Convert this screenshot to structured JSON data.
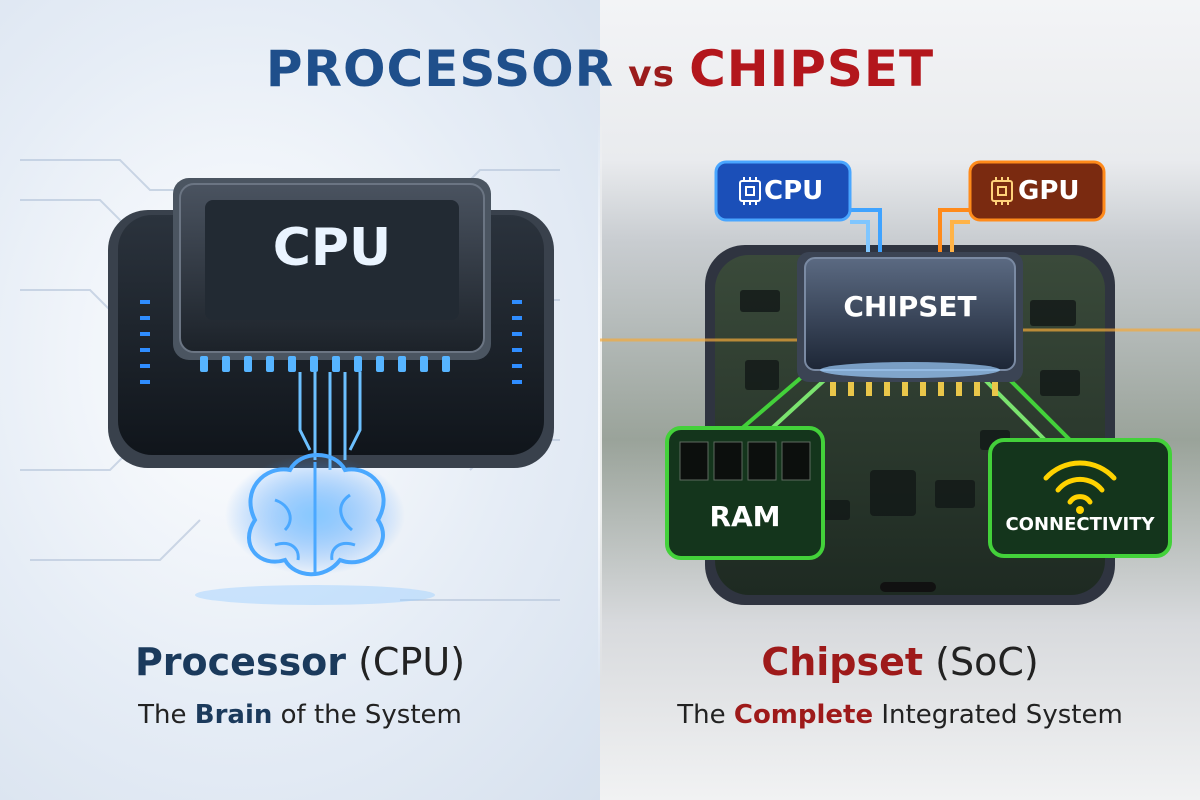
{
  "title": {
    "left": "PROCESSOR",
    "vs": "vs",
    "right": "CHIPSET"
  },
  "left": {
    "chip_label": "CPU",
    "heading_bold": "Processor",
    "heading_rest": " (CPU)",
    "sub_before": "The ",
    "sub_emph": "Brain",
    "sub_after": " of the System"
  },
  "right": {
    "chip_label": "CHIPSET",
    "cpu_tag": "CPU",
    "gpu_tag": "GPU",
    "ram_label": "RAM",
    "conn_label": "CONNECTIVITY",
    "heading_bold": "Chipset",
    "heading_rest": " (SoC)",
    "sub_before": "The ",
    "sub_emph": "Complete",
    "sub_after": " Integrated System"
  },
  "colors": {
    "blue_accent": "#1f4f8b",
    "red_accent": "#b3161c",
    "green_glow": "#43d13a",
    "orange_glow": "#ff8a1a",
    "cpu_glow": "#2f8dff"
  },
  "icons": [
    "brain-icon",
    "cpu-chip-icon",
    "gpu-chip-icon",
    "wifi-icon",
    "ram-module-icon"
  ]
}
